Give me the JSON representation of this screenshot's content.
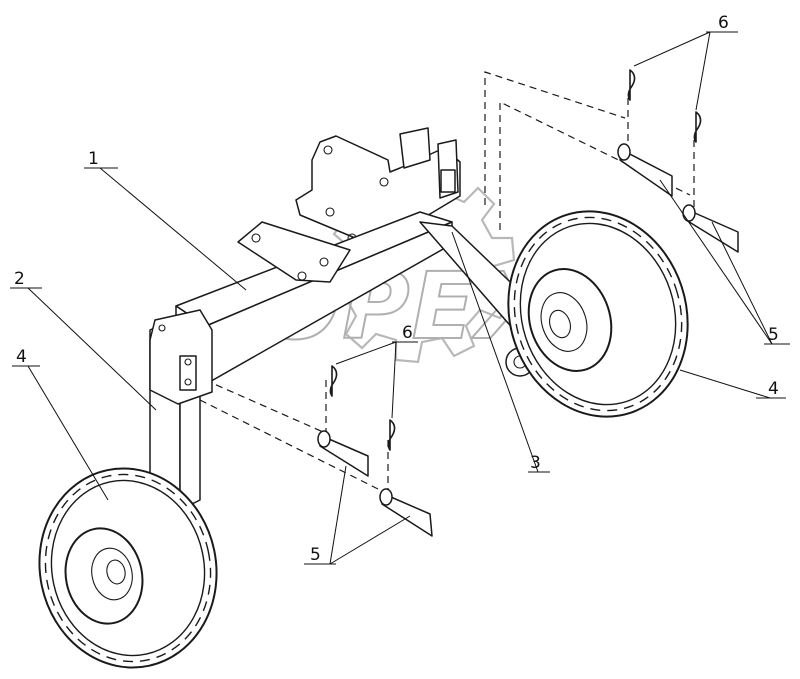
{
  "diagram": {
    "watermark": "OPEX",
    "callouts": [
      {
        "id": "c1",
        "label": "1"
      },
      {
        "id": "c2",
        "label": "2"
      },
      {
        "id": "c3",
        "label": "3"
      },
      {
        "id": "c4a",
        "label": "4"
      },
      {
        "id": "c4b",
        "label": "4"
      },
      {
        "id": "c5a",
        "label": "5"
      },
      {
        "id": "c5b",
        "label": "5"
      },
      {
        "id": "c6a",
        "label": "6"
      },
      {
        "id": "c6b",
        "label": "6"
      }
    ]
  }
}
